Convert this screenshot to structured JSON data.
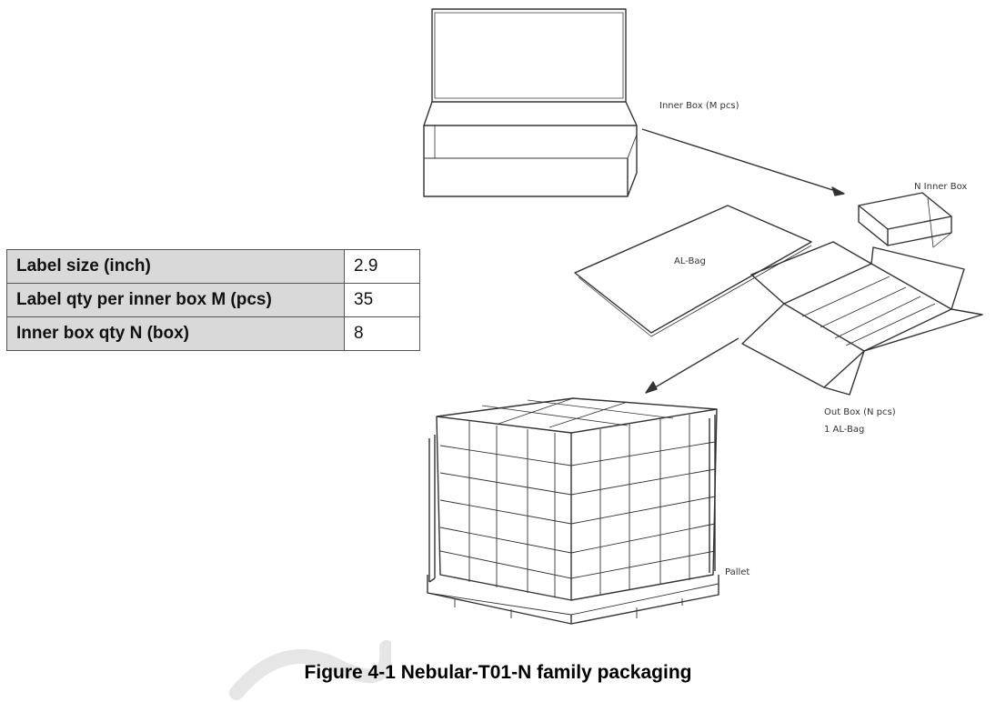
{
  "table": {
    "rows": [
      {
        "label": "Label size (inch)",
        "value": "2.9"
      },
      {
        "label": "Label qty per inner box M (pcs)",
        "value": "35"
      },
      {
        "label": "Inner box qty N (box)",
        "value": "8"
      }
    ]
  },
  "diagram_labels": {
    "inner_box": "Inner Box (M  pcs)",
    "n_inner_box": "N Inner Box",
    "al_bag": "AL-Bag",
    "out_box_line1": "Out Box (N  pcs)",
    "out_box_line2": "1 AL-Bag",
    "pallet": "Pallet"
  },
  "caption": "Figure 4-1 Nebular-T01-N family packaging",
  "colors": {
    "line": "#333333",
    "table_header_bg": "#d9d9d9",
    "watermark": "#e6e6e6"
  }
}
